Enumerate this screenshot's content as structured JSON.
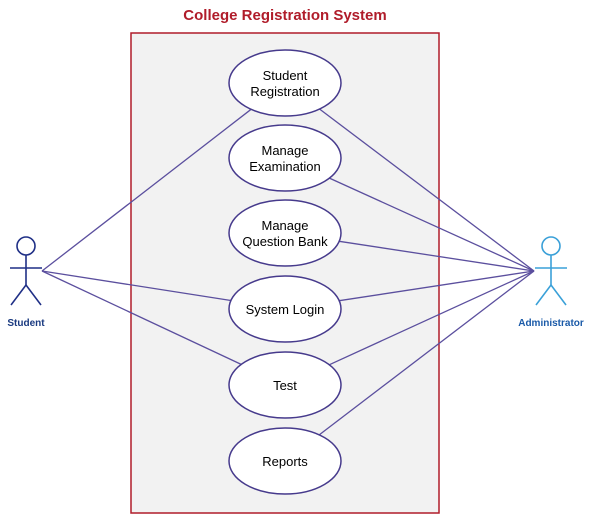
{
  "title": "College Registration System",
  "colors": {
    "title": "#b01c2a",
    "boundary_stroke": "#b01c2a",
    "boundary_fill": "#f2f2f2",
    "association": "#5b4f9e",
    "usecase_stroke": "#463a8c",
    "usecase_fill": "#ffffff",
    "student_actor": "#1f2f86",
    "admin_actor": "#3aa0d8",
    "student_label": "#1a3a80",
    "admin_label": "#1a5aa8"
  },
  "actors": {
    "student": {
      "label": "Student",
      "icon": "stick-figure-icon"
    },
    "administrator": {
      "label": "Administrator",
      "icon": "stick-figure-icon"
    }
  },
  "use_cases": [
    {
      "id": "student-registration",
      "lines": [
        "Student",
        "Registration"
      ]
    },
    {
      "id": "manage-examination",
      "lines": [
        "Manage",
        "Examination"
      ]
    },
    {
      "id": "manage-question-bank",
      "lines": [
        "Manage",
        "Question Bank"
      ]
    },
    {
      "id": "system-login",
      "lines": [
        "System Login"
      ]
    },
    {
      "id": "test",
      "lines": [
        "Test"
      ]
    },
    {
      "id": "reports",
      "lines": [
        "Reports"
      ]
    }
  ],
  "associations": [
    {
      "actor": "student",
      "use_case": "student-registration"
    },
    {
      "actor": "student",
      "use_case": "system-login"
    },
    {
      "actor": "student",
      "use_case": "test"
    },
    {
      "actor": "administrator",
      "use_case": "student-registration"
    },
    {
      "actor": "administrator",
      "use_case": "manage-examination"
    },
    {
      "actor": "administrator",
      "use_case": "manage-question-bank"
    },
    {
      "actor": "administrator",
      "use_case": "system-login"
    },
    {
      "actor": "administrator",
      "use_case": "test"
    },
    {
      "actor": "administrator",
      "use_case": "reports"
    }
  ]
}
